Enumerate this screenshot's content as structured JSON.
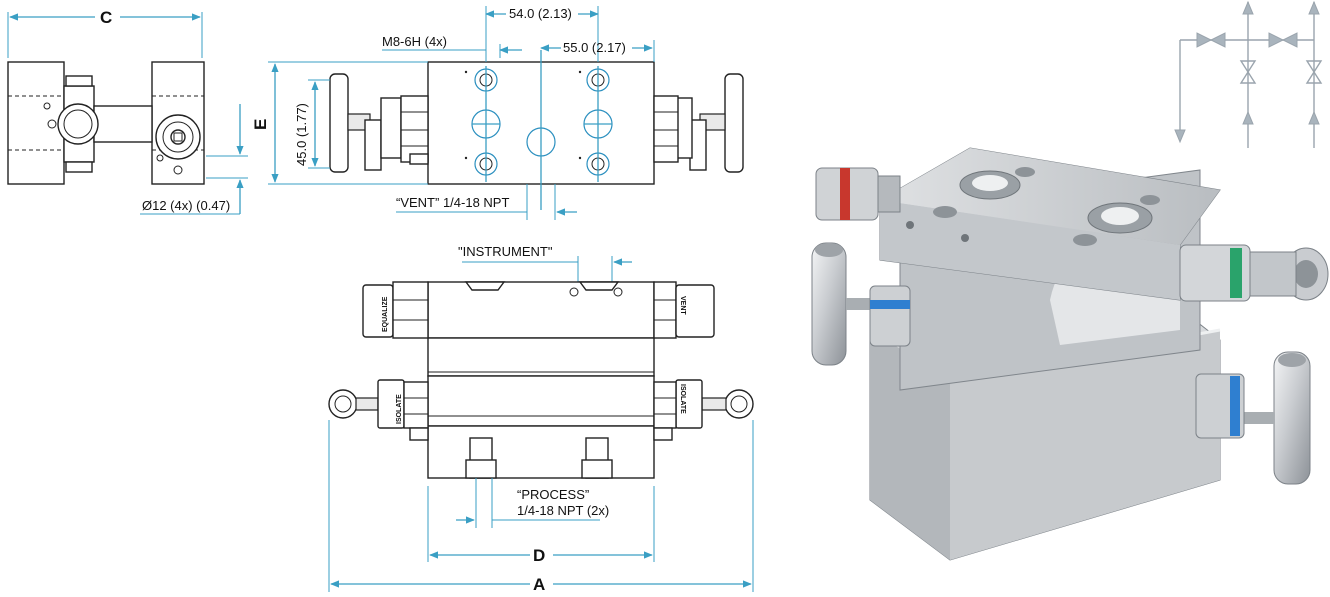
{
  "dimensions": {
    "c": "C",
    "e": "E",
    "d": "D",
    "a": "A",
    "e_value": "45.0 (1.77)",
    "thread": "M8-6H (4x)",
    "spacing_top": "54.0 (2.13)",
    "spacing_right": "55.0 (2.17)",
    "hole_dia": "Ø12 (4x) (0.47)",
    "vent_port": "“VENT” 1/4-18 NPT",
    "instrument": "\"INSTRUMENT\"",
    "process_line1": "“PROCESS”",
    "process_line2": "1/4-18 NPT (2x)"
  },
  "valve_tags": {
    "equalize": "EQUALIZE",
    "vent": "VENT",
    "isolate_left": "ISOLATE",
    "isolate_right": "ISOLATE"
  },
  "colors": {
    "dimension_line": "#3a9fc4",
    "schematic": "#9aa4ad",
    "band_red": "#c8372d",
    "band_green": "#2aa36b",
    "band_blue": "#2f7fd0"
  }
}
